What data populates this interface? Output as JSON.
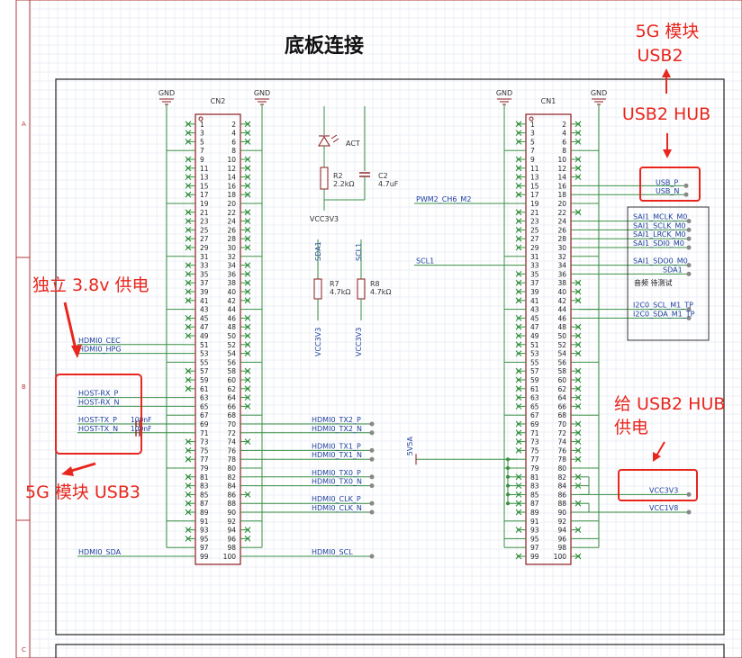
{
  "page_title": "底板连接",
  "border_rows": [
    "A",
    "B",
    "C"
  ],
  "gnd_label": "GND",
  "colors": {
    "wire": "#3a8f44",
    "part": "#8b1a1a",
    "net": "#1c3f9e",
    "annot": "#e8261d",
    "nc": "#2f8f3b"
  },
  "cn2": {
    "ref": "CN2",
    "pins_total": 100,
    "left_nets": [
      {
        "label": "HDMI0_CEC",
        "pin": 51
      },
      {
        "label": "HDMI0_HPG",
        "pin": 53
      },
      {
        "label": "HOST-RX_P",
        "pin": 63
      },
      {
        "label": "HOST-RX_N",
        "pin": 65
      },
      {
        "label": "HOST-TX_P",
        "pin": 69
      },
      {
        "label": "HOST-TX_N",
        "pin": 71
      },
      {
        "label": "HDMI0_SDA",
        "pin": 99
      }
    ],
    "cap_labels": [
      "100nF",
      "100nF"
    ],
    "right_nets": [
      {
        "label": "HDMI0_TX2_P",
        "pin": 70
      },
      {
        "label": "HDMI0_TX2_N",
        "pin": 72
      },
      {
        "label": "HDMI0_TX1_P",
        "pin": 76
      },
      {
        "label": "HDMI0_TX1_N",
        "pin": 78
      },
      {
        "label": "HDMI0_TX0_P",
        "pin": 82
      },
      {
        "label": "HDMI0_TX0_N",
        "pin": 84
      },
      {
        "label": "HDMI0_CLK_P",
        "pin": 88
      },
      {
        "label": "HDMI0_CLK_N",
        "pin": 90
      },
      {
        "label": "HDMI0_SCL",
        "pin": 100
      }
    ]
  },
  "cn1": {
    "ref": "CN1",
    "pins_total": 100,
    "left_nets": [
      {
        "label": "PWM2_CH6_M2",
        "pin": 19
      },
      {
        "label": "SCL1",
        "pin": 33
      },
      {
        "label": "5V5A",
        "pin": 77
      }
    ],
    "right_nets": [
      {
        "label": "USB_P",
        "pin": 16
      },
      {
        "label": "USB_N",
        "pin": 18
      },
      {
        "label": "SAI1_MCLK_M0",
        "pin": 24
      },
      {
        "label": "SAI1_SCLK_M0",
        "pin": 26
      },
      {
        "label": "SAI1_LRCK_M0",
        "pin": 28
      },
      {
        "label": "SAI1_SDI0_M0",
        "pin": 30
      },
      {
        "label": "SAI1_SDO0_M0",
        "pin": 34
      },
      {
        "label": "SDA1",
        "pin": 36
      },
      {
        "label": "I2C0_SCL_M1_TP",
        "pin": 44
      },
      {
        "label": "I2C0_SDA_M1_TP",
        "pin": 46
      },
      {
        "label": "VCC3V3",
        "pin": 86
      },
      {
        "label": "VCC1V8",
        "pin": 90
      }
    ],
    "audio_note": "音频 待测试"
  },
  "led_circuit": {
    "led_net": "ACT",
    "r_ref": "R2",
    "r_value": "2.2kΩ",
    "c_ref": "C2",
    "c_value": "4.7uF",
    "supply": "VCC3V3"
  },
  "pullups": {
    "r7_ref": "R7",
    "r7_value": "4.7kΩ",
    "r7_net": "SDA1",
    "r8_ref": "R8",
    "r8_value": "4.7kΩ",
    "r8_net": "SCL1",
    "supply": "VCC3V3"
  },
  "annotations": {
    "fiveg_usb2_line1": "5G 模块",
    "fiveg_usb2_line2": "USB2",
    "usb2_hub": "USB2 HUB",
    "independent_power": "独立 3.8v 供电",
    "fiveg_usb3": "5G 模块 USB3",
    "hub_power_line1": "给 USB2 HUB",
    "hub_power_line2": "供电"
  }
}
